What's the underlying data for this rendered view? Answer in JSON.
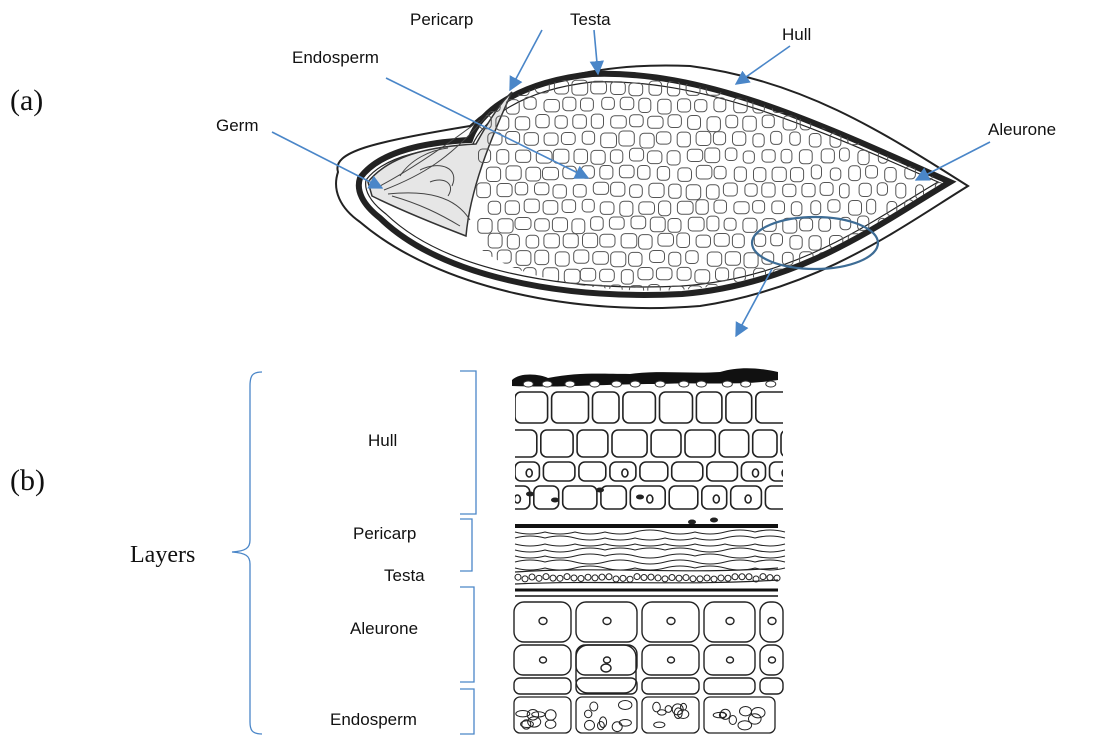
{
  "panels": {
    "a": "(a)",
    "b": "(b)"
  },
  "grain_labels": {
    "pericarp": "Pericarp",
    "testa": "Testa",
    "hull": "Hull",
    "endosperm": "Endosperm",
    "germ": "Germ",
    "aleurone": "Aleurone"
  },
  "layer_labels": {
    "hull": "Hull",
    "pericarp": "Pericarp",
    "testa": "Testa",
    "aleurone": "Aleurone",
    "endosperm": "Endosperm"
  },
  "layers_title": "Layers",
  "colors": {
    "arrow": "#4a86c8",
    "ink": "#222222"
  }
}
